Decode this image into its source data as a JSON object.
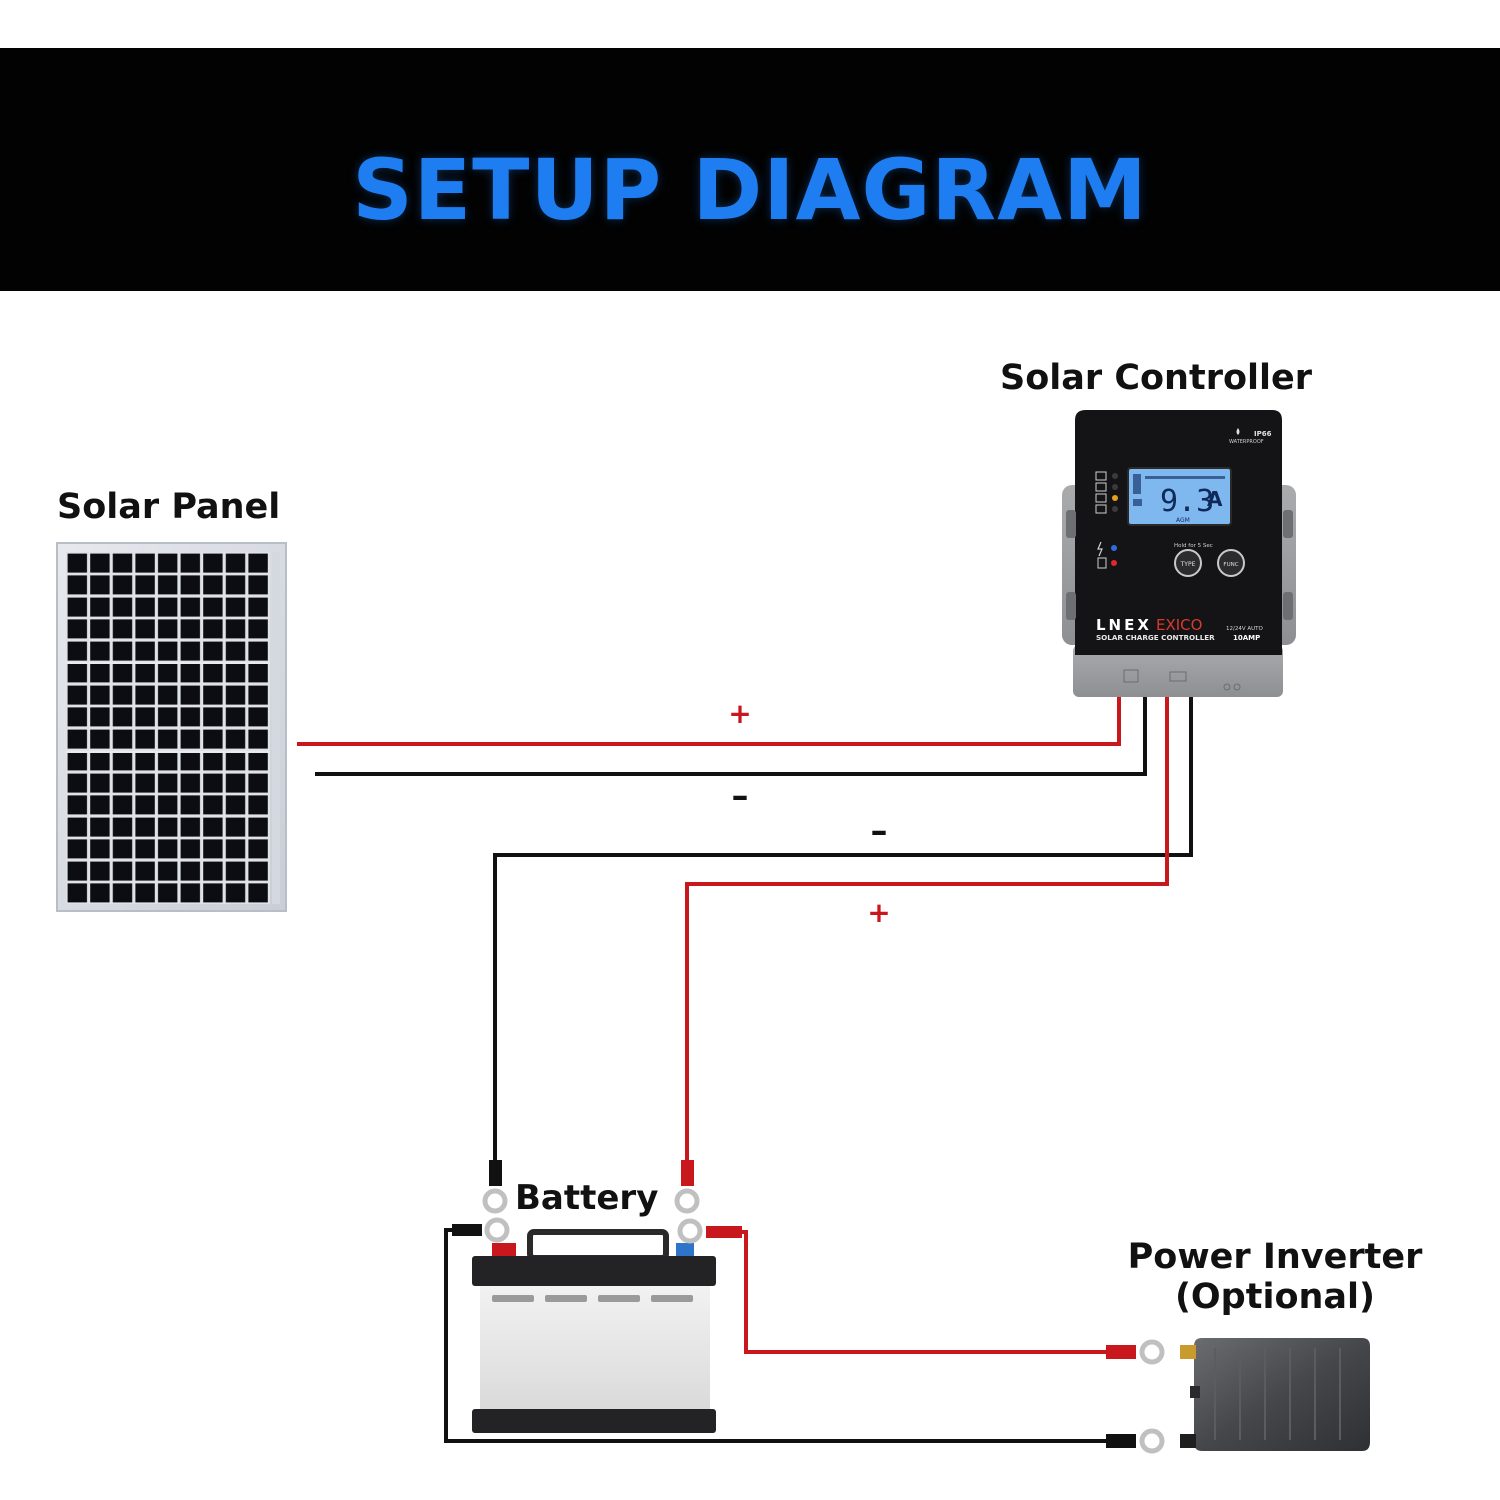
{
  "header": {
    "title": "SETUP DIAGRAM"
  },
  "labels": {
    "solar_panel": "Solar Panel",
    "solar_controller": "Solar Controller",
    "battery": "Battery",
    "power_inverter_line1": "Power Inverter",
    "power_inverter_line2": "(Optional)"
  },
  "wire_signs": {
    "panel_positive": "+",
    "panel_negative": "–",
    "battery_negative": "–",
    "battery_positive": "+"
  },
  "controller": {
    "display_value": "9.3",
    "display_unit": "A",
    "display_sub": "AGM",
    "waterproof": "IP66",
    "waterproof_sub": "WATERPROOF",
    "hold_text": "Hold for 5 Sec",
    "button_left": "TYPE",
    "button_right": "FUNC",
    "brand_main": "LNEX",
    "brand_accent": "EXICO",
    "product_line": "SOLAR CHARGE CONTROLLER",
    "spec_voltage": "12/24V AUTO",
    "spec_current": "10AMP"
  },
  "colors": {
    "banner_bg": "#020202",
    "title_blue": "#1e7df0",
    "positive_wire": "#c8181e",
    "negative_wire": "#111111"
  }
}
